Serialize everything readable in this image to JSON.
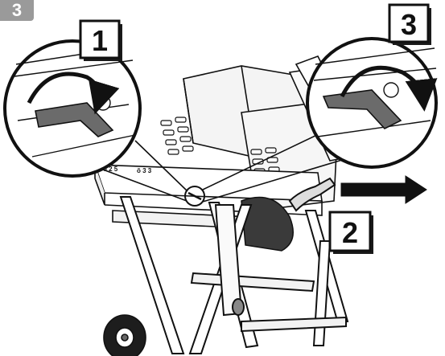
{
  "step_number": "3",
  "callouts": {
    "first": "1",
    "second": "2",
    "third": "3"
  },
  "label_lever_left": "ŏ 2 5",
  "label_lever_right": "ŏ 3 3",
  "icons": [
    "lever-icon",
    "rotate-arrow-icon",
    "pull-arrow-icon"
  ],
  "colors": {
    "line": "#111111",
    "handle_grey": "#6b6b6b",
    "badge_grey": "#9a9a9a",
    "background": "#ffffff"
  }
}
